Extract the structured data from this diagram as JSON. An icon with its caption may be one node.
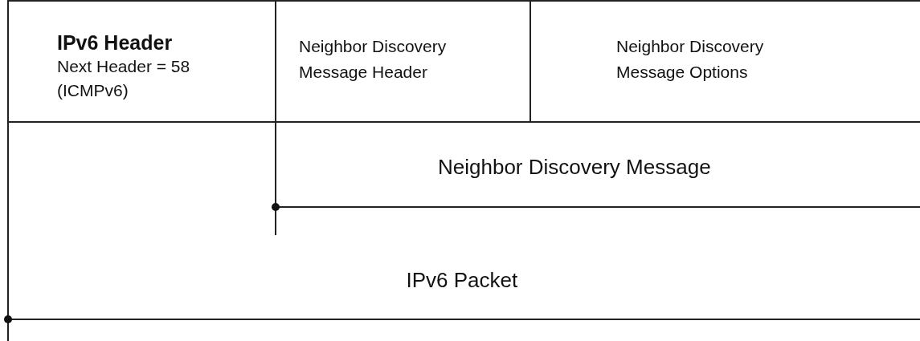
{
  "diagram": {
    "nodes": [
      {
        "text": [
          "IPv6 Header",
          "Next Header = 58 (ICMPv6)"
        ]
      },
      {
        "text": [
          "Neighbor Discovery Message Header"
        ]
      },
      {
        "text": [
          "Neighbor Discovery Message Options"
        ]
      }
    ],
    "labels": [
      "Neighbor Discovery Message",
      "IPv6 Packet"
    ]
  }
}
